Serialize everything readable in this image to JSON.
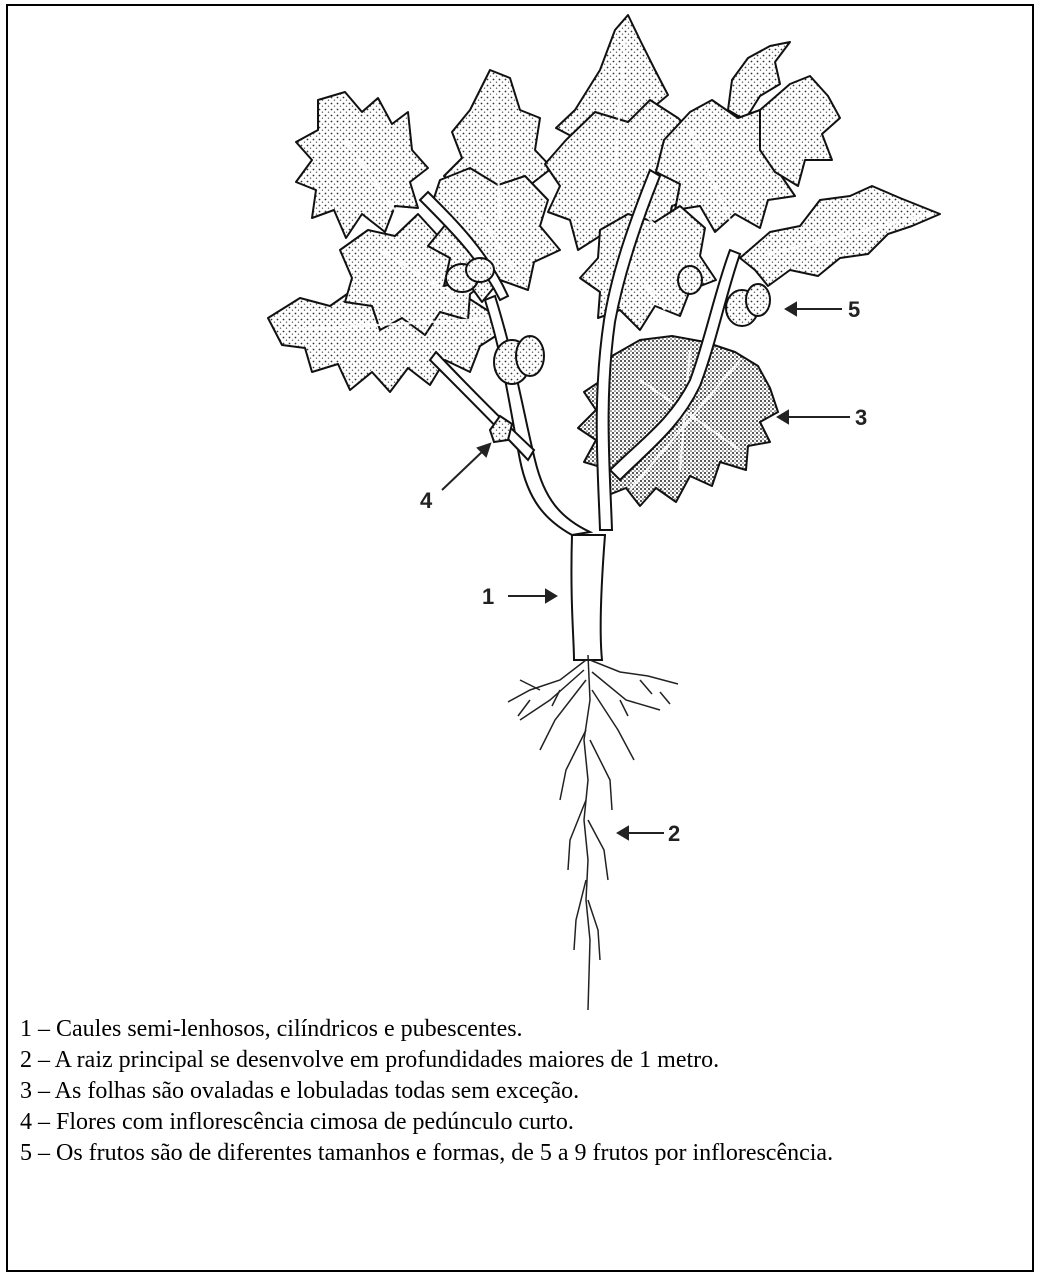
{
  "labels": {
    "one": "1",
    "two": "2",
    "three": "3",
    "four": "4",
    "five": "5"
  },
  "legend": [
    "1 – Caules semi-lenhosos, cilíndricos e pubescentes.",
    "2 – A raiz principal se desenvolve em profundidades maiores de 1 metro.",
    "3 – As folhas são ovaladas e lobuladas todas sem exceção.",
    "4 – Flores com inflorescência cimosa de pedúnculo curto.",
    "5 – Os frutos são de diferentes tamanhos e formas, de 5 a 9 frutos por inflorescência."
  ]
}
